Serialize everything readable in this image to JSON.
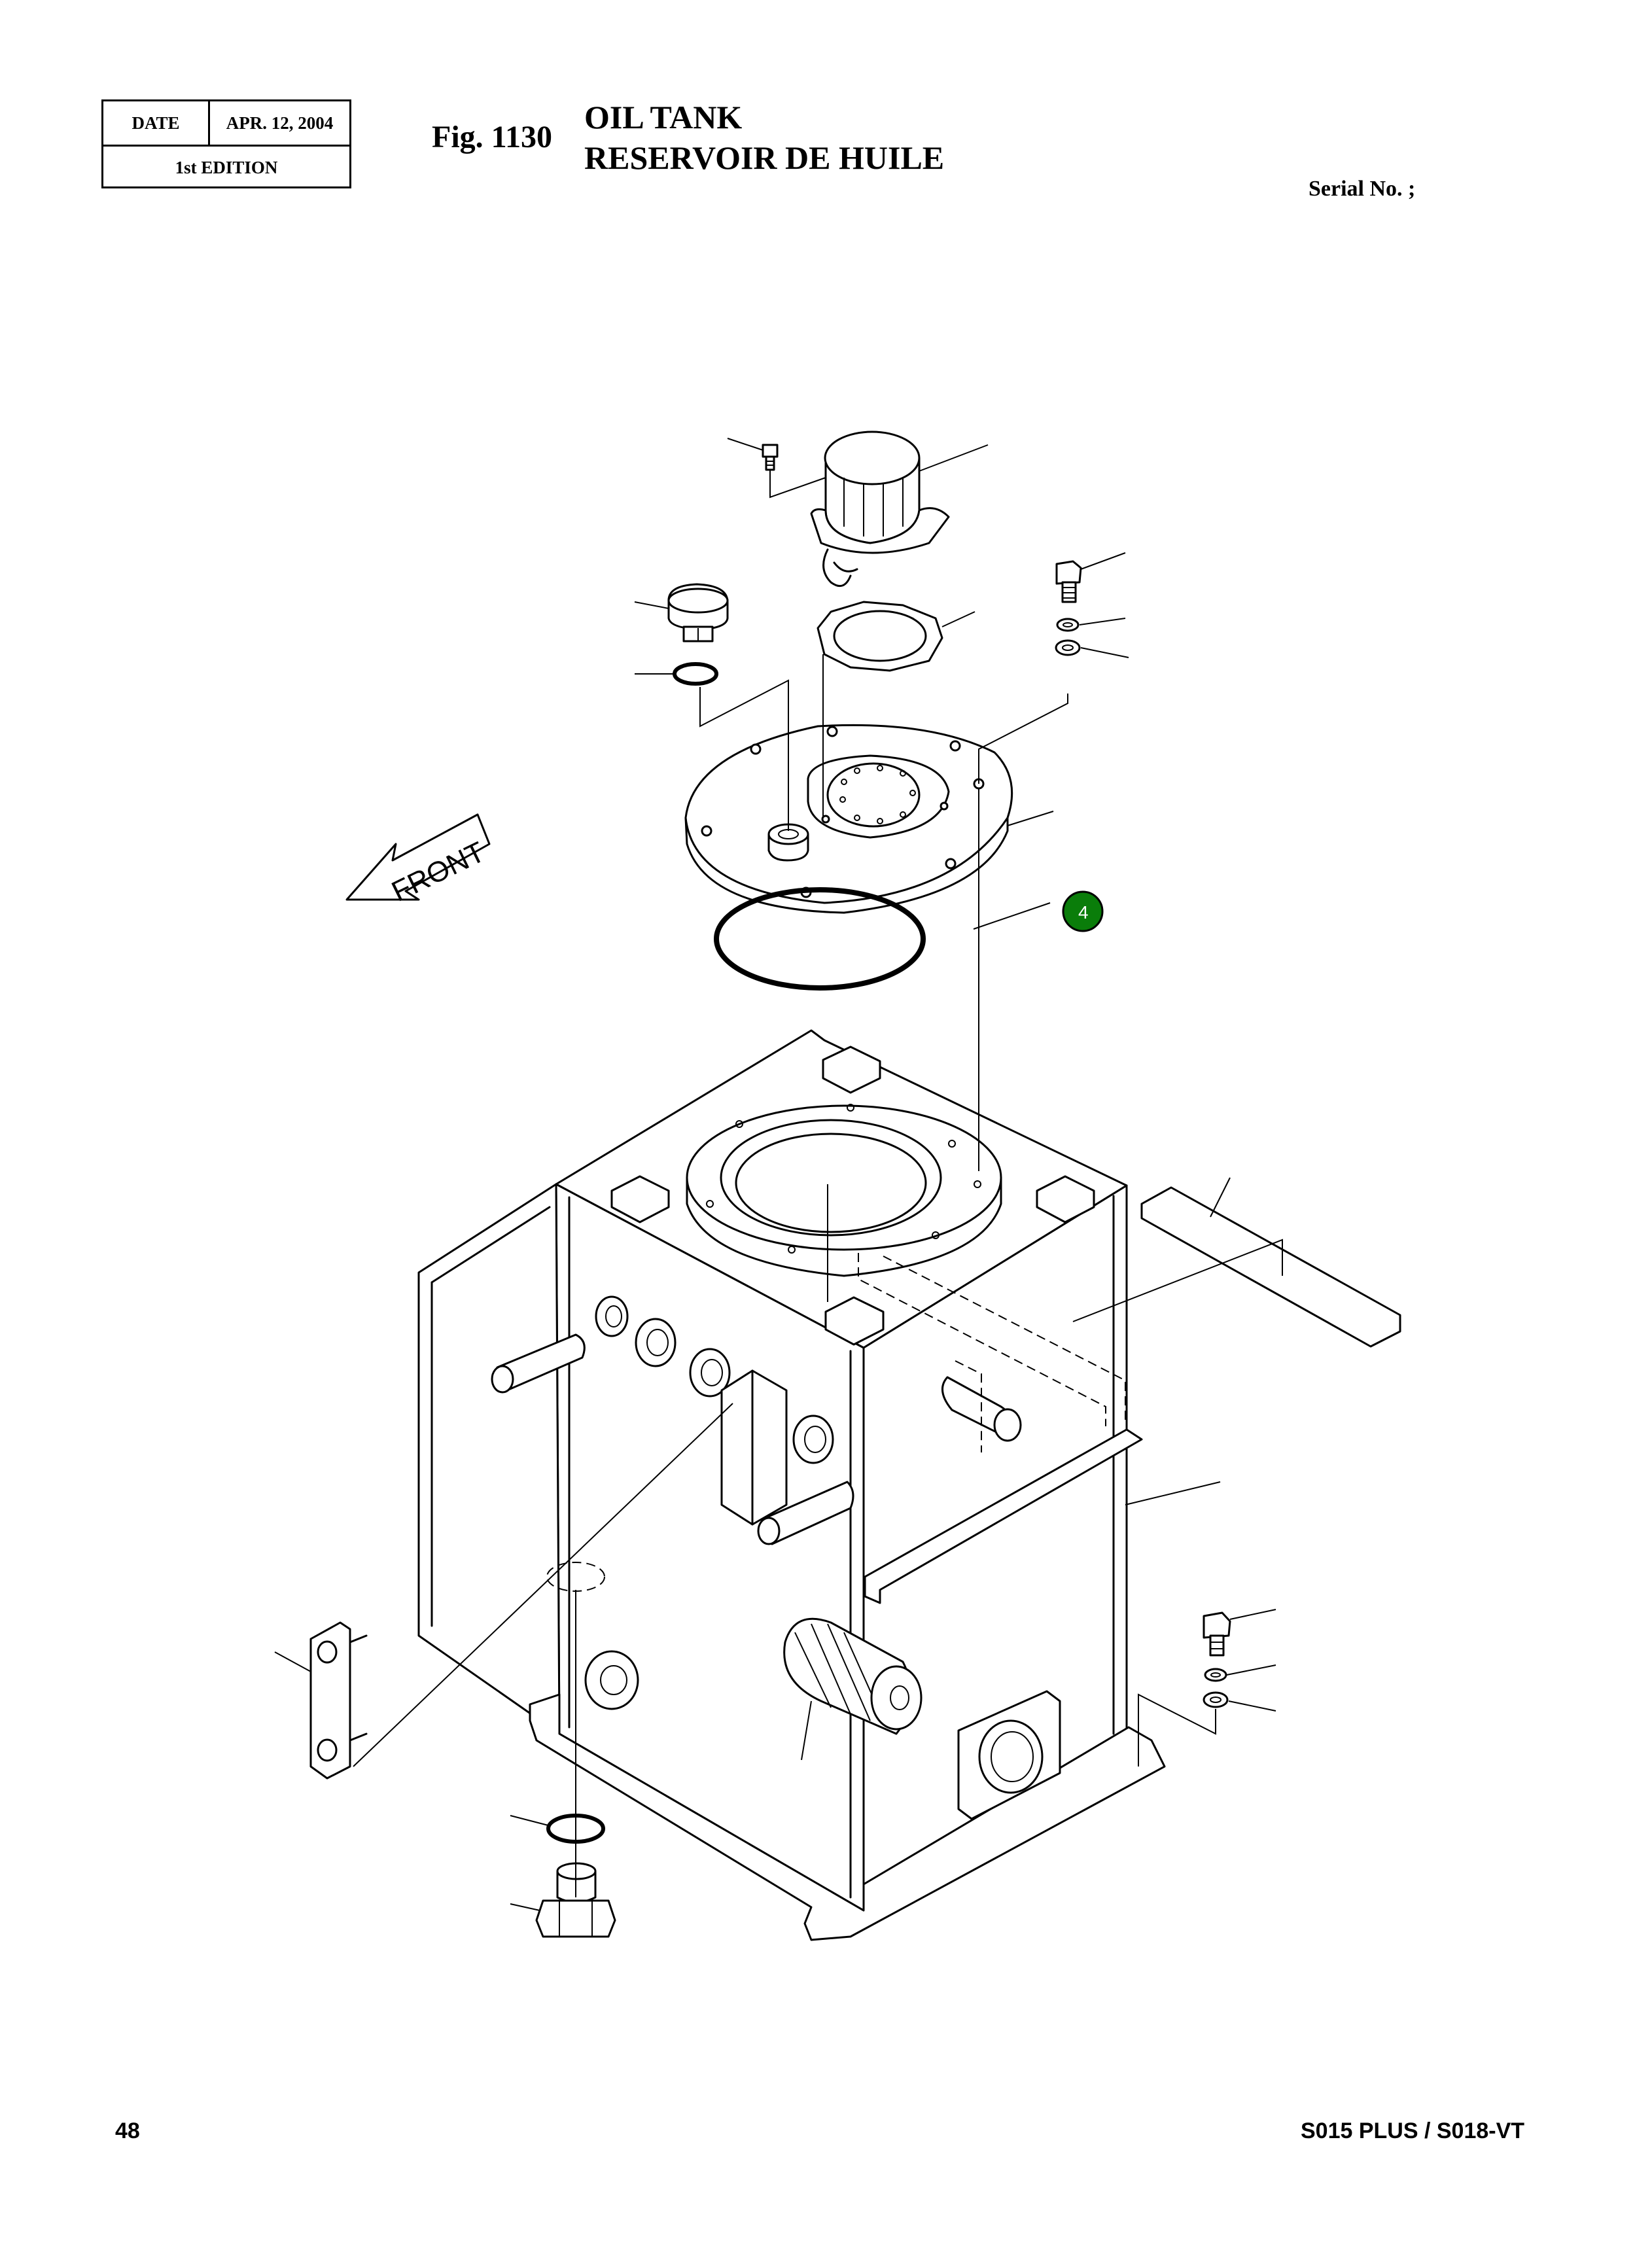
{
  "header": {
    "date_label": "DATE",
    "date_value": "APR. 12, 2004",
    "edition": "1st EDITION",
    "figure_number": "Fig. 1130",
    "title_en": "OIL TANK",
    "title_fr": "RESERVOIR DE HUILE",
    "serial_label": "Serial No. ;"
  },
  "drawing": {
    "front_label": "FRONT",
    "callouts": [
      {
        "number": "4",
        "color": "#0a7d0a"
      }
    ]
  },
  "footer": {
    "page_number": "48",
    "model": "S015 PLUS / S018-VT"
  }
}
